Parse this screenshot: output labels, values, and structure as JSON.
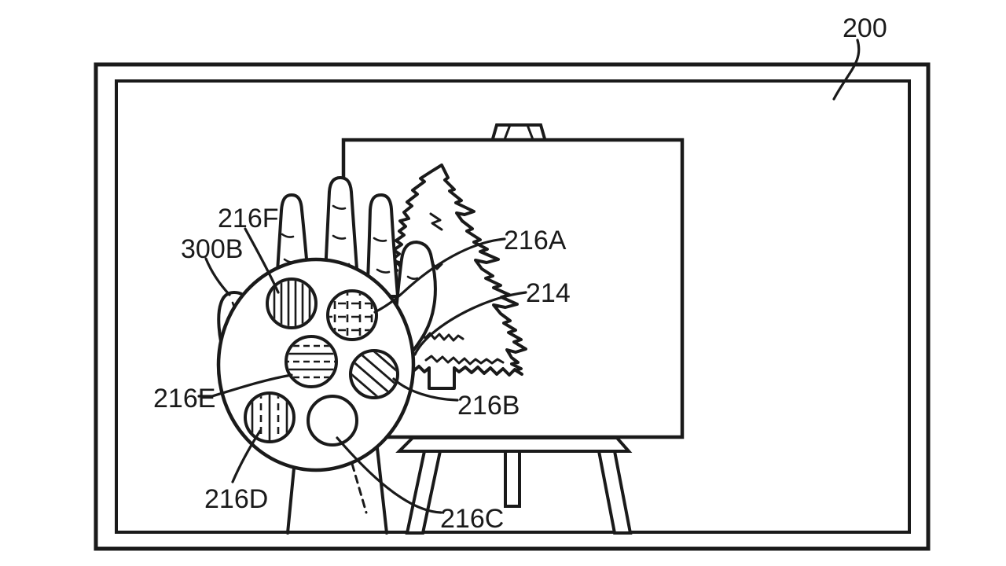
{
  "figure": {
    "ink_color": "#1a1a1a",
    "background_color": "#ffffff",
    "labels": {
      "frame": "200",
      "palette_hand": "300B",
      "well_a": "216A",
      "well_b": "216B",
      "well_c": "216C",
      "well_d": "216D",
      "well_e": "216E",
      "well_f": "216F",
      "canvas": "214"
    }
  }
}
